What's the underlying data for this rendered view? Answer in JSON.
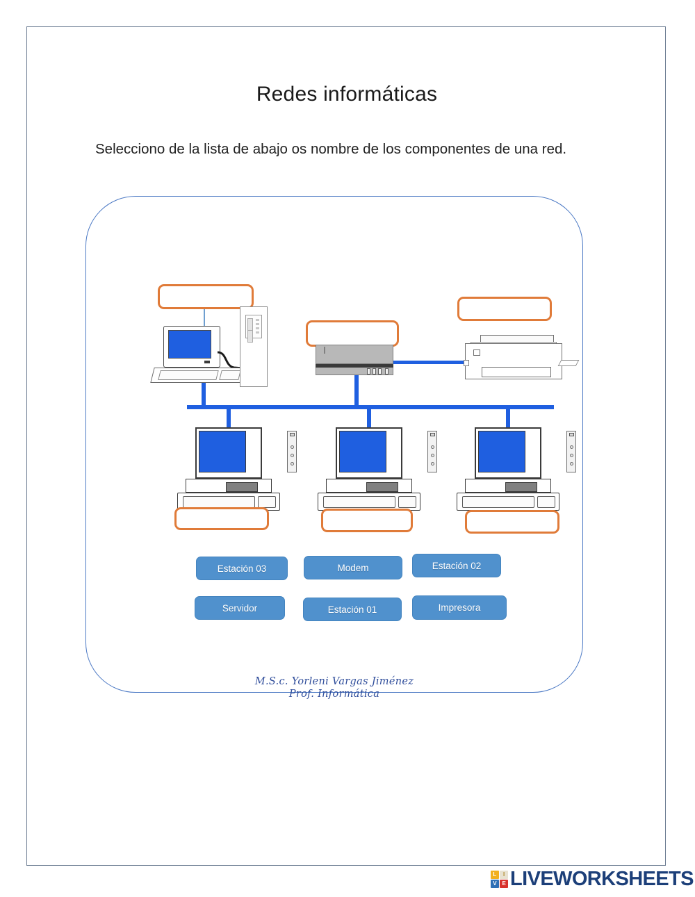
{
  "page": {
    "title": "Redes informáticas",
    "instructions": "Selecciono de la lista de abajo os nombre de los componentes de una red.",
    "signature_line1": "M.S.c. Yorleni Vargas Jiménez",
    "signature_line2": "Prof. Informática"
  },
  "colors": {
    "page_border": "#6b7b91",
    "card_border": "#4a78c4",
    "drop_box_border": "#e07b39",
    "wire_blue": "#1f5fe0",
    "screen_blue": "#1f5fe0",
    "word_button": "#5091cd",
    "signature": "#2f4d9b",
    "logo_navy": "#1c3f79"
  },
  "diagram": {
    "type": "network-topology-bus",
    "drop_boxes": [
      {
        "id": "box-server",
        "label": "",
        "target": "servidor",
        "position": "above-server"
      },
      {
        "id": "box-modem",
        "label": "",
        "target": "modem",
        "position": "above-modem"
      },
      {
        "id": "box-printer",
        "label": "",
        "target": "impresora",
        "position": "above-printer"
      },
      {
        "id": "box-station-1",
        "label": "",
        "target": "estacion-01",
        "position": "below-workstation-left"
      },
      {
        "id": "box-station-2",
        "label": "",
        "target": "estacion-02",
        "position": "below-workstation-center"
      },
      {
        "id": "box-station-3",
        "label": "",
        "target": "estacion-03",
        "position": "below-workstation-right"
      }
    ],
    "devices": [
      {
        "id": "server",
        "icon": "server-computer-icon"
      },
      {
        "id": "modem",
        "icon": "modem-switch-icon"
      },
      {
        "id": "printer",
        "icon": "printer-icon"
      },
      {
        "id": "workstation-1",
        "icon": "workstation-computer-icon"
      },
      {
        "id": "workstation-2",
        "icon": "workstation-computer-icon"
      },
      {
        "id": "workstation-3",
        "icon": "workstation-computer-icon"
      }
    ]
  },
  "word_bank": {
    "row1": [
      {
        "id": "estacion-03",
        "label": "Estación 03"
      },
      {
        "id": "modem",
        "label": "Modem"
      },
      {
        "id": "estacion-02",
        "label": "Estación 02"
      }
    ],
    "row2": [
      {
        "id": "servidor",
        "label": "Servidor"
      },
      {
        "id": "estacion-01",
        "label": "Estación 01"
      },
      {
        "id": "impresora",
        "label": "Impresora"
      }
    ]
  },
  "footer": {
    "logo_text": "LIVEWORKSHEETS",
    "logo_cells": [
      {
        "letter": "L",
        "color": "#f2b01e"
      },
      {
        "letter": "I",
        "color": "#e8e2d0"
      },
      {
        "letter": "V",
        "color": "#2f6fb5"
      },
      {
        "letter": "E",
        "color": "#d8322c"
      }
    ]
  }
}
